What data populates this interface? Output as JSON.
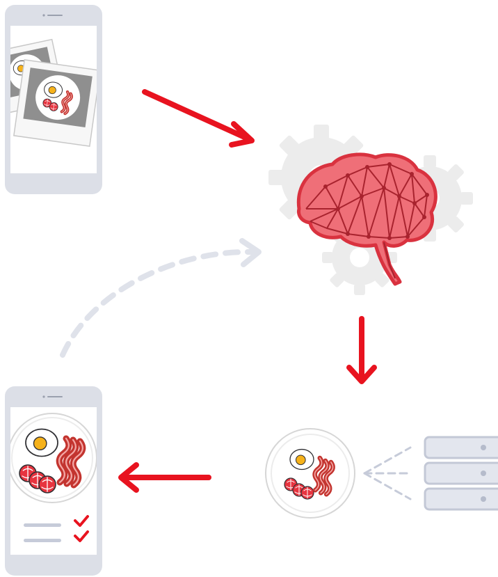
{
  "diagram": {
    "nodes": [
      {
        "id": "phone-capture",
        "icon": "smartphone-with-food-photos"
      },
      {
        "id": "ai-model",
        "icon": "brain-with-gears"
      },
      {
        "id": "food-recognition",
        "icon": "plate-with-server-stack"
      },
      {
        "id": "phone-result",
        "icon": "smartphone-with-checklist"
      }
    ],
    "edges": [
      {
        "from": "phone-capture",
        "to": "ai-model",
        "style": "solid"
      },
      {
        "from": "ai-model",
        "to": "food-recognition",
        "style": "solid"
      },
      {
        "from": "food-recognition",
        "to": "phone-result",
        "style": "solid"
      },
      {
        "from": "phone-result",
        "to": "ai-model",
        "style": "dashed"
      }
    ]
  },
  "colors": {
    "arrow_red": "#e8131f",
    "brain_fill": "#ef6f78",
    "brain_stroke": "#d9323f",
    "phone_frame": "#dcdfe7",
    "gear": "#ececec",
    "dashed_arrow": "#dfe2ea",
    "check_red": "#e8131f"
  }
}
